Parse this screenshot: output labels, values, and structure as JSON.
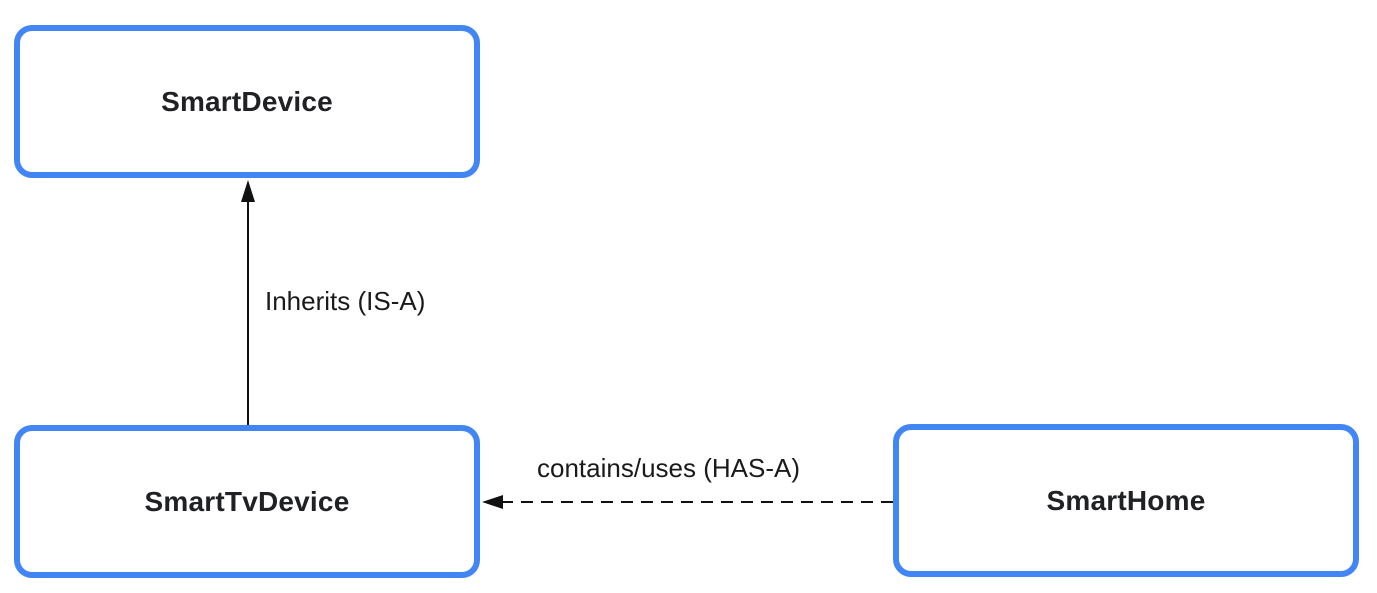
{
  "diagram": {
    "nodes": [
      {
        "id": "smart-device",
        "label": "SmartDevice"
      },
      {
        "id": "smart-tv-device",
        "label": "SmartTvDevice"
      },
      {
        "id": "smart-home",
        "label": "SmartHome"
      }
    ],
    "edges": [
      {
        "id": "inherits",
        "label": "Inherits (IS-A)",
        "from": "SmartTvDevice",
        "to": "SmartDevice",
        "line_style": "solid",
        "arrow_direction": "up"
      },
      {
        "id": "contains",
        "label": "contains/uses (HAS-A)",
        "from": "SmartHome",
        "to": "SmartTvDevice",
        "line_style": "dashed",
        "arrow_direction": "left"
      }
    ],
    "colors": {
      "background": "#ffffff",
      "node_border": "#4285f4",
      "node_fill": "#ffffff",
      "node_text": "#202124",
      "edge_line": "#111111",
      "edge_text": "#1a1a1a"
    }
  }
}
